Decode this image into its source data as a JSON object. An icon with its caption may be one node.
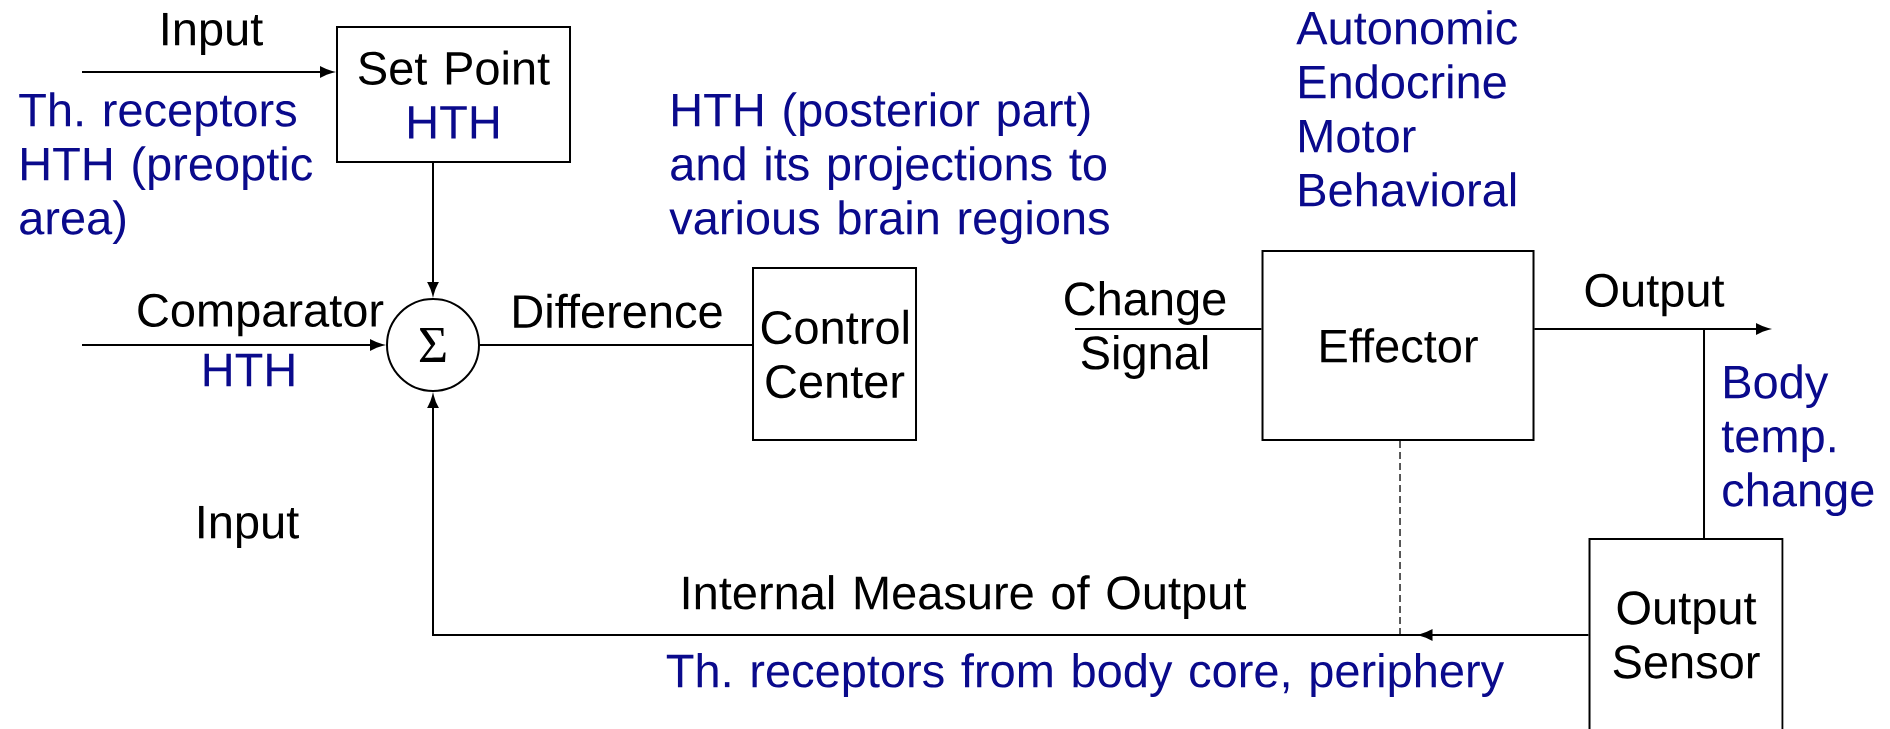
{
  "diagram": {
    "nodes": [
      {
        "text": [
          "Set Point",
          "HTH"
        ]
      },
      {
        "text": [
          "Σ"
        ],
        "beside": [
          "Comparator",
          "HTH"
        ]
      },
      {
        "text": [
          "Control Center"
        ],
        "beside": [
          "HTH (posterior part) and its projections to various brain regions"
        ]
      },
      {
        "text": [
          "Effector"
        ],
        "beside": [
          "Autonomic Endocrine Motor Behavioral"
        ]
      },
      {
        "text": [
          "Output Sensor"
        ]
      }
    ],
    "edges": [
      {
        "from": null,
        "to": 0,
        "arrow": "to",
        "label": "Input"
      },
      {
        "from": 0,
        "to": 1,
        "arrow": "to"
      },
      {
        "from": null,
        "to": 1,
        "arrow": "to"
      },
      {
        "from": 1,
        "to": 2,
        "arrow": "none",
        "label": "Difference"
      },
      {
        "from": null,
        "to": 3,
        "arrow": "none",
        "label": "Change Signal"
      },
      {
        "from": 3,
        "to": null,
        "arrow": "to",
        "label": "Output"
      },
      {
        "from": 3,
        "to": 4,
        "arrow": "none"
      },
      {
        "from": 4,
        "to": 1,
        "arrow": "to",
        "label": "Internal Measure of Output"
      },
      {
        "from": 3,
        "to": null,
        "arrow": "none",
        "style": "dashed"
      }
    ],
    "labels": [
      "Th. receptors HTH (preoptic area)",
      "Body temp. change",
      "Input",
      "Th. receptors from body core, periphery"
    ]
  }
}
